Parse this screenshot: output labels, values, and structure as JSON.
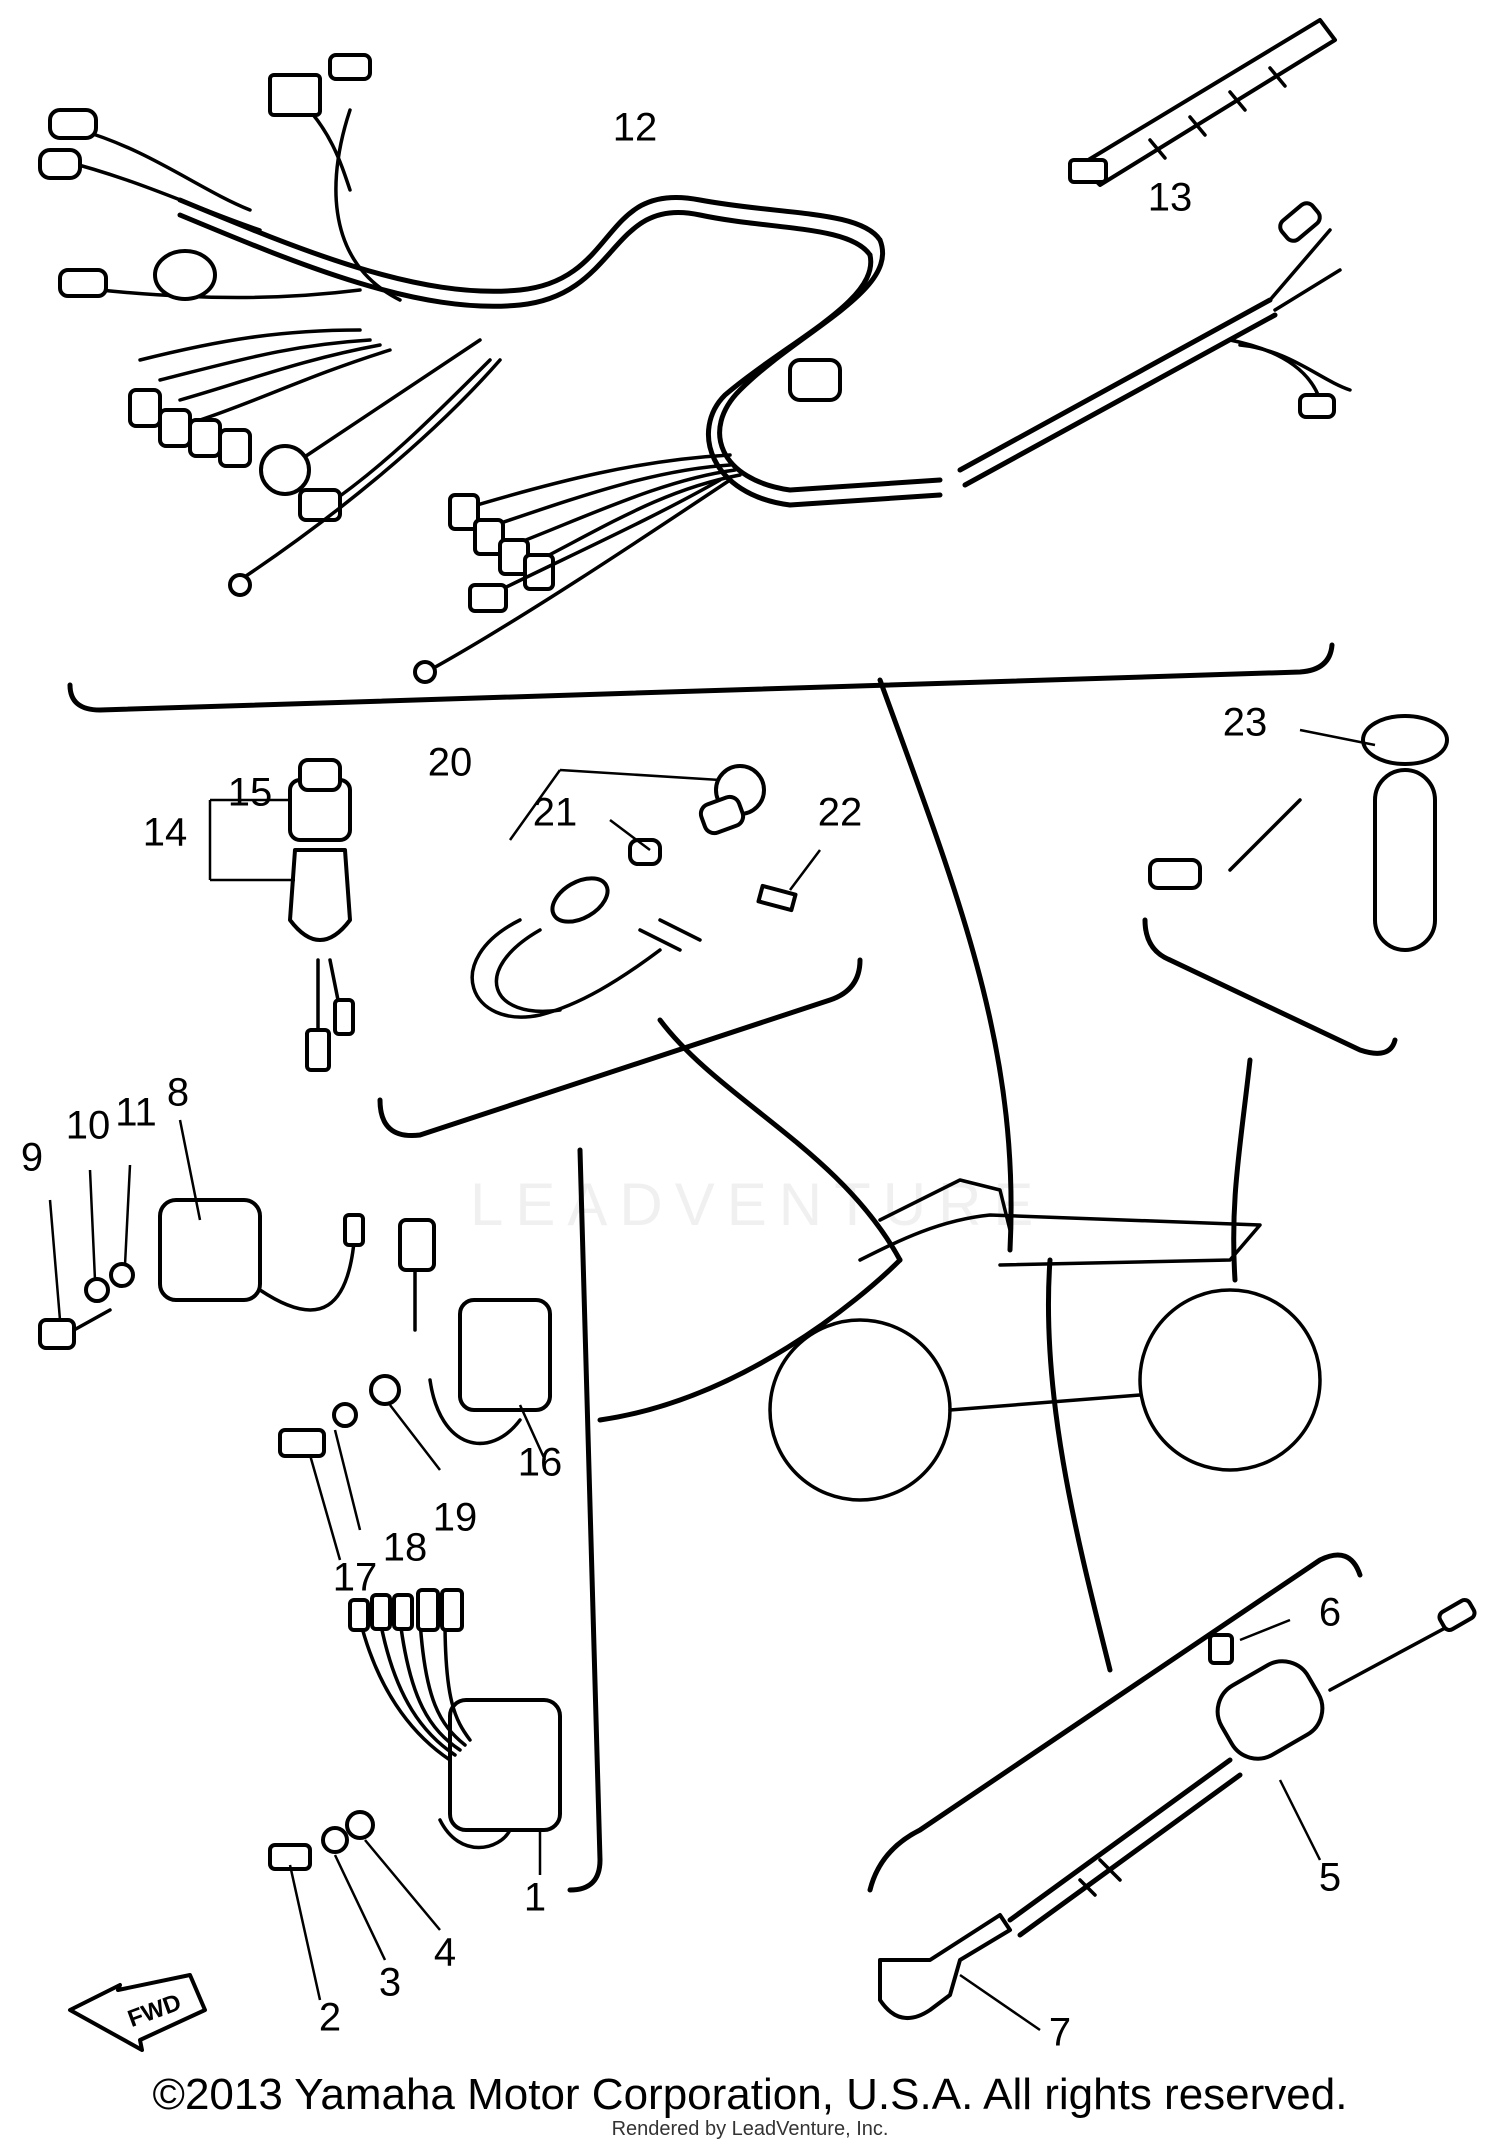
{
  "diagram": {
    "callouts": [
      "1",
      "2",
      "3",
      "4",
      "5",
      "6",
      "7",
      "8",
      "9",
      "10",
      "11",
      "12",
      "13",
      "14",
      "15",
      "16",
      "17",
      "18",
      "19",
      "20",
      "21",
      "22",
      "23"
    ],
    "fwd_label": "FWD"
  },
  "watermark": "LEADVENTURE",
  "footer": {
    "copyright": "©2013 Yamaha Motor Corporation, U.S.A. All rights reserved.",
    "rendered_by": "Rendered by LeadVenture, Inc."
  }
}
